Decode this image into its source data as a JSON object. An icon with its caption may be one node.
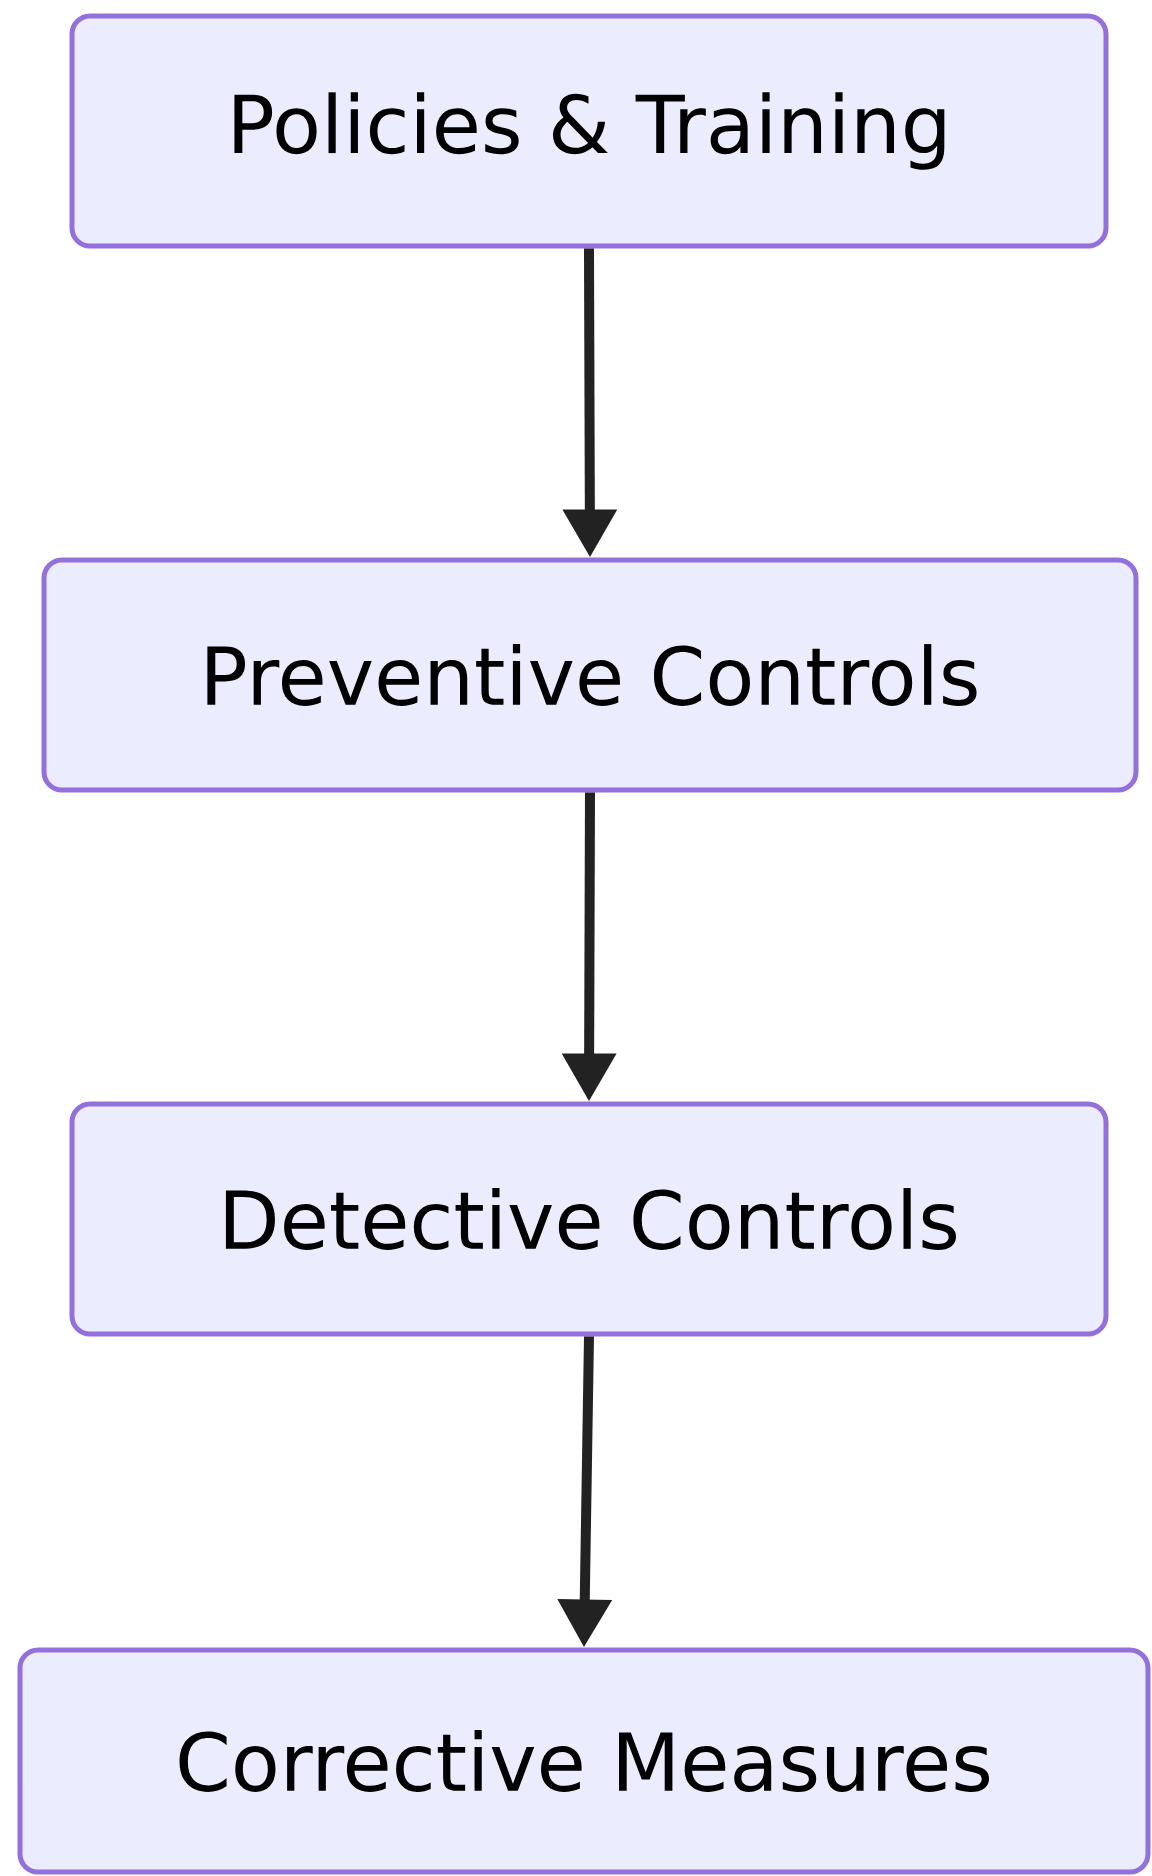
{
  "diagram": {
    "nodes": [
      {
        "text": [
          "Policies & Training"
        ]
      },
      {
        "text": [
          "Preventive Controls"
        ]
      },
      {
        "text": [
          "Detective Controls"
        ]
      },
      {
        "text": [
          "Corrective Measures"
        ]
      }
    ],
    "edges": [
      {
        "from": 0,
        "to": 1,
        "arrow": "to"
      },
      {
        "from": 1,
        "to": 2,
        "arrow": "to"
      },
      {
        "from": 2,
        "to": 3,
        "arrow": "to"
      }
    ]
  }
}
